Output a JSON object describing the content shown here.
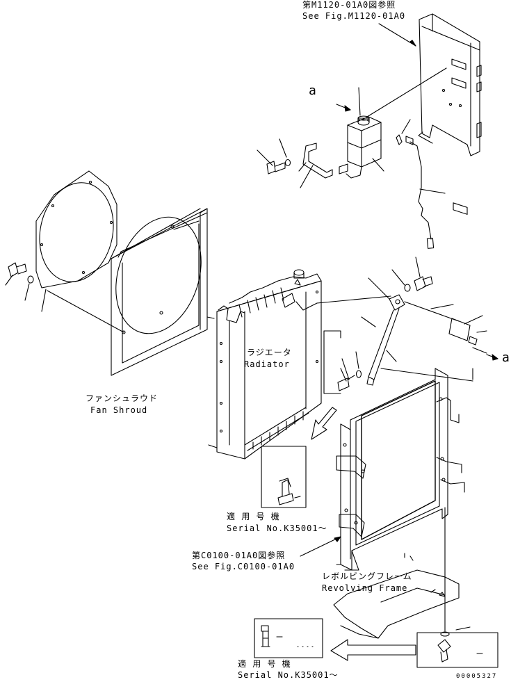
{
  "ref_top": {
    "jp": "第M1120-01A0図参照",
    "en": "See Fig.M1120-01A0"
  },
  "ref_mid": {
    "jp": "第C0100-01A0図参照",
    "en": "See Fig.C0100-01A0"
  },
  "fan_shroud": {
    "jp": "ファンシュラウド",
    "en": "Fan Shroud"
  },
  "radiator": {
    "jp": "ラジエータ",
    "en": "Radiator"
  },
  "revolving_frame": {
    "jp": "レボルビングフレーム",
    "en": "Revolving Frame"
  },
  "serial_1": {
    "jp": "適 用 号 機",
    "en": "Serial No.K35001～"
  },
  "serial_2": {
    "jp": "適 用 号 機",
    "en": "Serial No.K35001～"
  },
  "callout_a": "a",
  "drawing_number": "00005327"
}
